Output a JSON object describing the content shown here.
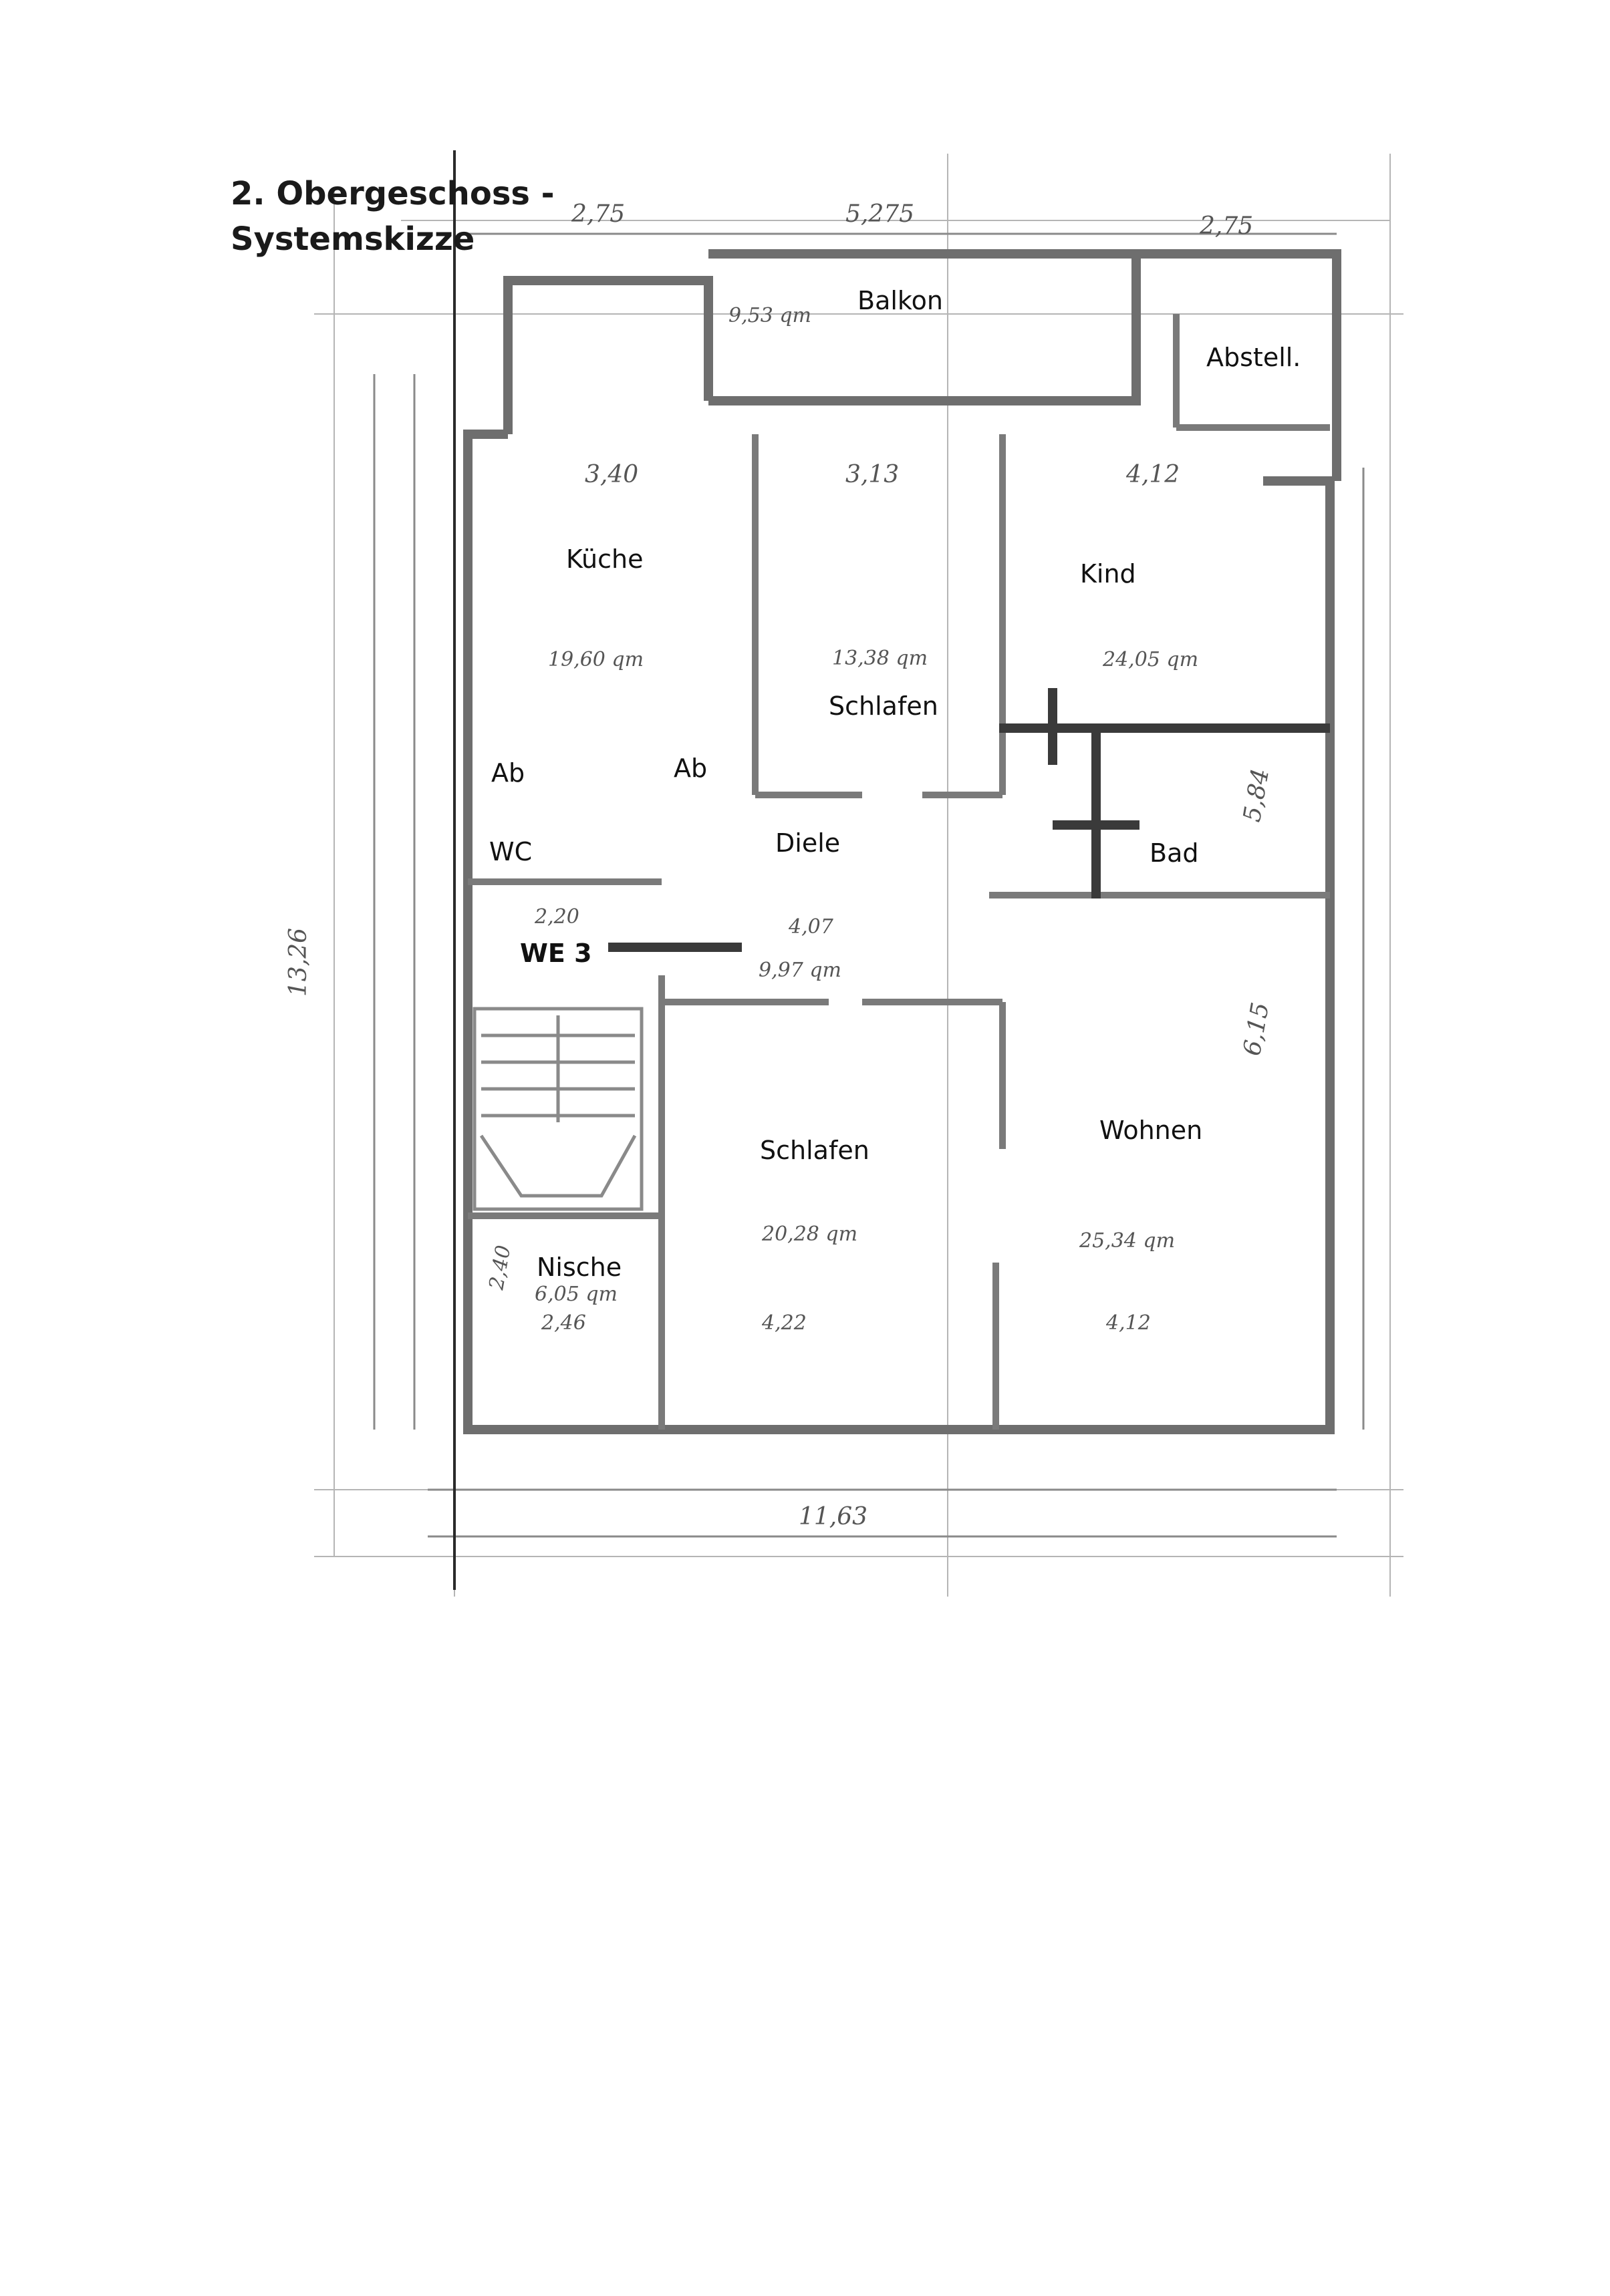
{
  "title": {
    "line1": "2. Obergeschoss -",
    "line2": "Systemskizze"
  },
  "rooms": {
    "balkon": "Balkon",
    "abstell": "Abstell.",
    "kueche": "Küche",
    "kind": "Kind",
    "schlafen_top": "Schlafen",
    "ab_left": "Ab",
    "ab_right": "Ab",
    "wc": "WC",
    "diele": "Diele",
    "bad": "Bad",
    "we3": "WE 3",
    "schlafen_bottom": "Schlafen",
    "wohnen": "Wohnen",
    "nische": "Nische"
  },
  "handwritten": {
    "top_dim_left": "2,75",
    "top_dim_mid": "5,275",
    "top_dim_right": "2,75",
    "balkon_area": "9,53 qm",
    "kueche_w": "3,40",
    "schlafen_top_w": "3,13",
    "kind_w": "4,12",
    "kueche_area": "19,60 qm",
    "schlafen_top_area": "13,38 qm",
    "kind_area": "24,05 qm",
    "diele_w": "2,20",
    "diele_w2": "4,07",
    "diele_area": "9,97 qm",
    "bad_h": "5,84",
    "wohnen_h": "6,15",
    "schlafen_bottom_area": "20,28 qm",
    "wohnen_area": "25,34 qm",
    "nische_h": "2,40",
    "nische_area": "6,05 qm",
    "nische_w": "2,46",
    "schlafen_bottom_w": "4,22",
    "wohnen_w": "4,12",
    "bottom_total": "11,63",
    "left_total": "13,26"
  },
  "colors": {
    "ink": "#111111",
    "wall": "#6e6e6e",
    "pencil": "#8a8a8a",
    "marker": "#3a3a3a"
  }
}
